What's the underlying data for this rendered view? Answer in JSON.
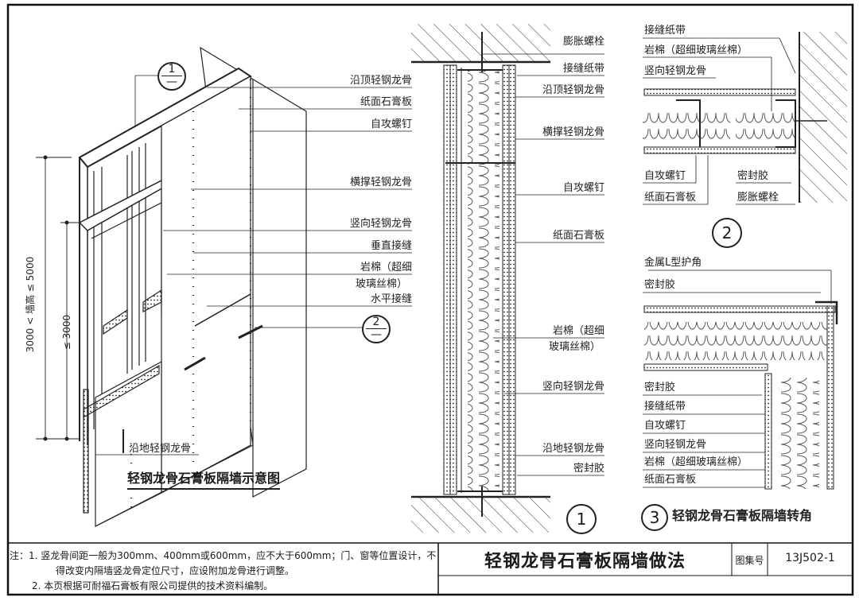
{
  "isometric": {
    "title": "轻钢龙骨石膏板隔墙示意图",
    "callouts": [
      {
        "num": "1",
        "sub": "—"
      },
      {
        "num": "2",
        "sub": "—"
      }
    ],
    "labels": [
      "沿顶轻钢龙骨",
      "纸面石膏板",
      "自攻螺钉",
      "横撑轻钢龙骨",
      "竖向轻钢龙骨",
      "垂直接缝",
      "岩棉（超细",
      "玻璃丝棉）",
      "水平接缝"
    ],
    "floor_label": "沿地轻钢龙骨",
    "dim_outer": "3000 < 墙高 ≤ 5000",
    "dim_inner": "≤ 3000"
  },
  "detail1": {
    "number": "1",
    "labels": [
      "膨胀螺栓",
      "接缝纸带",
      "沿顶轻钢龙骨",
      "横撑轻钢龙骨",
      "自攻螺钉",
      "纸面石膏板",
      "岩棉（超细",
      "玻璃丝棉）",
      "竖向轻钢龙骨",
      "沿地轻钢龙骨",
      "密封胶"
    ]
  },
  "detail2": {
    "number": "2",
    "labels_top": [
      "接缝纸带",
      "岩棉（超细玻璃丝棉）",
      "竖向轻钢龙骨"
    ],
    "labels_bottom_left": [
      "自攻螺钉",
      "纸面石膏板"
    ],
    "labels_bottom_right": [
      "密封胶",
      "膨胀螺栓"
    ]
  },
  "detail3": {
    "number": "3",
    "title": "轻钢龙骨石膏板隔墙转角",
    "labels_top": [
      "金属L型护角",
      "密封胶"
    ],
    "labels_bottom": [
      "密封胶",
      "接缝纸带",
      "自攻螺钉",
      "竖向轻钢龙骨",
      "岩棉（超细玻璃丝棉）",
      "纸面石膏板"
    ]
  },
  "notes": {
    "line1": "注：1. 竖龙骨间距一般为300mm、400mm或600mm，应不大于600mm；门、窗等位置设计，不",
    "line2": "得改变内隔墙竖龙骨定位尺寸，应设附加龙骨进行调整。",
    "line3": "2. 本页根据可耐福石膏板有限公司提供的技术资料编制。"
  },
  "title_block": {
    "drawing_title": "轻钢龙骨石膏板隔墙做法",
    "atlas_label": "图集号",
    "atlas_number": "13J502-1"
  }
}
